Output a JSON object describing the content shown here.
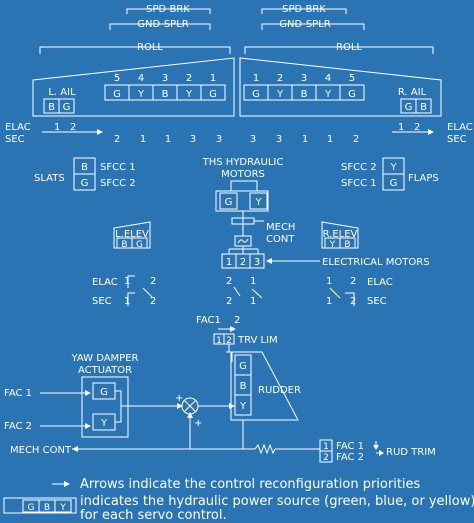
{
  "spd_brk": "SPD-BRK",
  "gnd_splr": "GND-SPLR",
  "roll": "ROLL",
  "l_ail": "L. AIL",
  "r_ail": "R. AIL",
  "elac": "ELAC",
  "sec": "SEC",
  "slats": "SLATS",
  "flaps": "FLAPS",
  "sfcc1": "SFCC 1",
  "sfcc2": "SFCC 2",
  "ths_title": "THS HYDRAULIC",
  "ths_title2": "MOTORS",
  "mech": "MECH",
  "cont": "CONT",
  "l_elev": "L.ELEV",
  "r_elev": "R.ELEV",
  "electrical_motors": "ELECTRICAL MOTORS",
  "fac1": "FAC1",
  "fac1_sp": "FAC 1",
  "fac2_sp": "FAC 2",
  "trv_lim": "TRV LIM",
  "yaw_damper": "YAW DAMPER",
  "actuator": "ACTUATOR",
  "rudder": "RUDDER",
  "mech_cont": "MECH CONT",
  "rud_trim": "RUD TRIM",
  "plus": "+",
  "legend_arrows": "Arrows indicate the control reconfiguration priorities",
  "legend_hyd1": "indicates the hydraulic power source (green, blue, or yellow)",
  "legend_hyd2": "for each servo control.",
  "spoiler_left_nums": [
    "5",
    "4",
    "3",
    "2",
    "1"
  ],
  "spoiler_left_boxes": [
    "G",
    "Y",
    "B",
    "Y",
    "G"
  ],
  "spoiler_right_nums": [
    "1",
    "2",
    "3",
    "4",
    "5"
  ],
  "spoiler_right_boxes": [
    "G",
    "Y",
    "B",
    "Y",
    "G"
  ],
  "sec_assignment": [
    "2",
    "1",
    "1",
    "3",
    "3",
    "3",
    "3",
    "1",
    "1",
    "2"
  ],
  "colors": {
    "background": "#2b74b4",
    "ink": "#ffffff"
  }
}
